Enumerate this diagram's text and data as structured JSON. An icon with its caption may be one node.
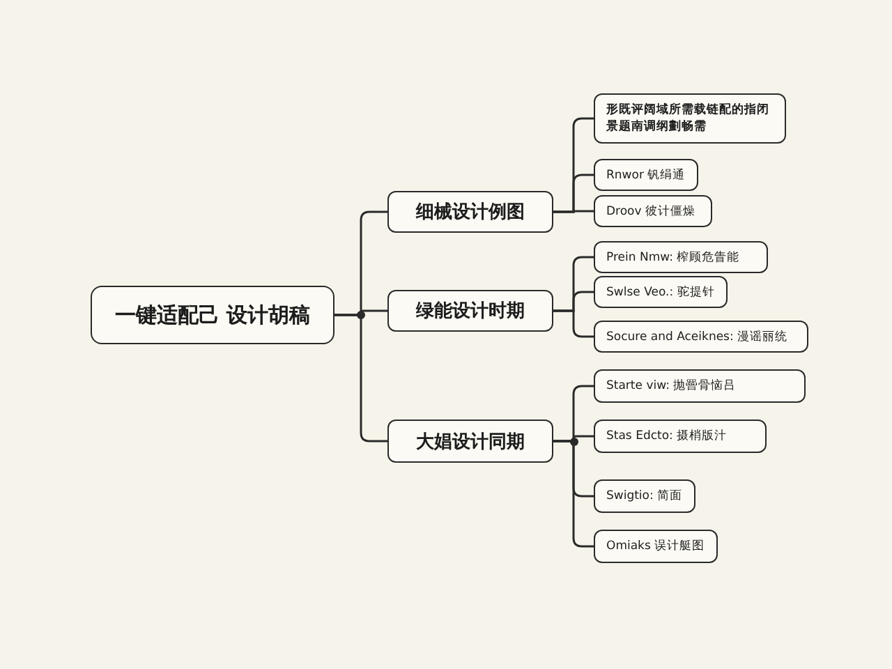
{
  "diagram": {
    "nodes": [
      {
        "text": [
          "一键适配己 设计胡稿"
        ]
      },
      {
        "text": [
          "细械设计例图"
        ]
      },
      {
        "text": [
          "形既评阔域所需载链配的指闭景题南调纲劃畅需"
        ]
      },
      {
        "text": [
          "Rnwor 钒绢通"
        ]
      },
      {
        "text": [
          "Droov 彼计僵燥"
        ]
      },
      {
        "text": [
          "绿能设计时期"
        ]
      },
      {
        "text": [
          "Prein Nmw: 榨顾危眚能"
        ]
      },
      {
        "text": [
          "Swlse Veo.: 驼提针"
        ]
      },
      {
        "text": [
          "Socure and Aceiknes: 漫谣丽统"
        ]
      },
      {
        "text": [
          "大娼设计同期"
        ]
      },
      {
        "text": [
          "Starte viw: 抛罾骨恼吕"
        ]
      },
      {
        "text": [
          "Stas Edcto: 摄梢版汁"
        ]
      },
      {
        "text": [
          "Swigtio: 简面"
        ]
      },
      {
        "text": [
          "Omiaks 误计艇图"
        ]
      }
    ],
    "edges": [
      {
        "from": 0,
        "to": 1,
        "arrow": "none"
      },
      {
        "from": 0,
        "to": 5,
        "arrow": "none"
      },
      {
        "from": 0,
        "to": 9,
        "arrow": "none"
      },
      {
        "from": 1,
        "to": 2,
        "arrow": "none"
      },
      {
        "from": 1,
        "to": 3,
        "arrow": "none"
      },
      {
        "from": 1,
        "to": 4,
        "arrow": "none"
      },
      {
        "from": 5,
        "to": 6,
        "arrow": "none"
      },
      {
        "from": 5,
        "to": 7,
        "arrow": "none"
      },
      {
        "from": 5,
        "to": 8,
        "arrow": "none"
      },
      {
        "from": 9,
        "to": 10,
        "arrow": "none"
      },
      {
        "from": 9,
        "to": 11,
        "arrow": "none"
      },
      {
        "from": 9,
        "to": 12,
        "arrow": "none"
      },
      {
        "from": 9,
        "to": 13,
        "arrow": "none"
      }
    ]
  }
}
